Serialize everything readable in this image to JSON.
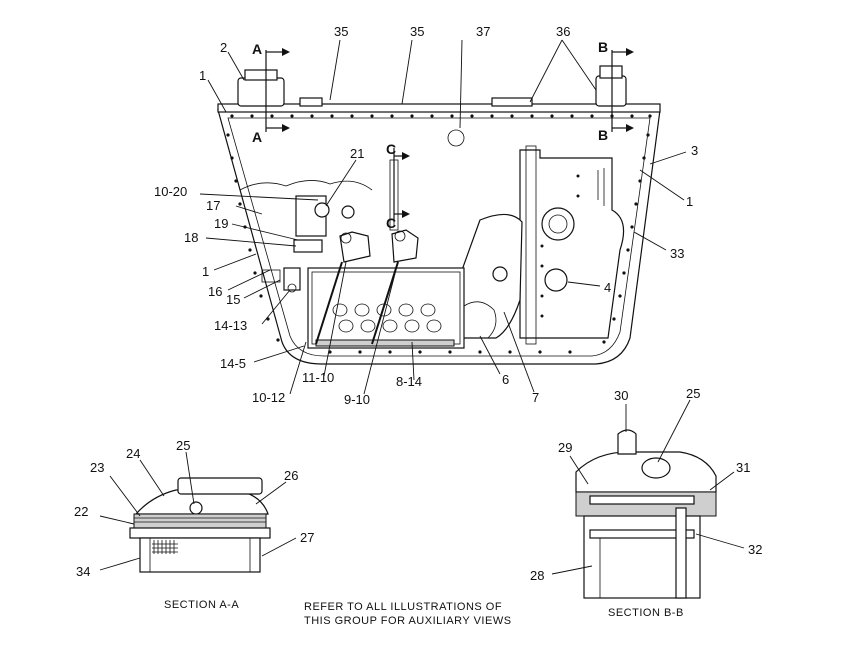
{
  "callouts": {
    "c1a": "1",
    "c2": "2",
    "c35a": "35",
    "c35b": "35",
    "c37": "37",
    "c36": "36",
    "c3": "3",
    "c1b": "1",
    "c33": "33",
    "c4": "4",
    "c7": "7",
    "c6": "6",
    "c8_14": "8-14",
    "c9_10": "9-10",
    "c11_10": "11-10",
    "c10_12": "10-12",
    "c14_5": "14-5",
    "c14_13": "14-13",
    "c15": "15",
    "c16": "16",
    "c1c": "1",
    "c18": "18",
    "c19": "19",
    "c17": "17",
    "c10_20": "10-20",
    "c21": "21",
    "ca_25": "25",
    "ca_24": "24",
    "ca_23": "23",
    "ca_26": "26",
    "ca_22": "22",
    "ca_27": "27",
    "ca_34": "34",
    "cb_30": "30",
    "cb_25": "25",
    "cb_29": "29",
    "cb_31": "31",
    "cb_32": "32",
    "cb_28": "28"
  },
  "section_marks": {
    "a_top": "A",
    "a_bottom": "A",
    "b_top": "B",
    "b_bottom": "B",
    "c_top": "C",
    "c_bottom": "C"
  },
  "captions": {
    "section_a": "SECTION A-A",
    "section_b": "SECTION B-B",
    "note_line1": "REFER TO ALL ILLUSTRATIONS OF",
    "note_line2": "THIS GROUP FOR AUXILIARY VIEWS"
  }
}
